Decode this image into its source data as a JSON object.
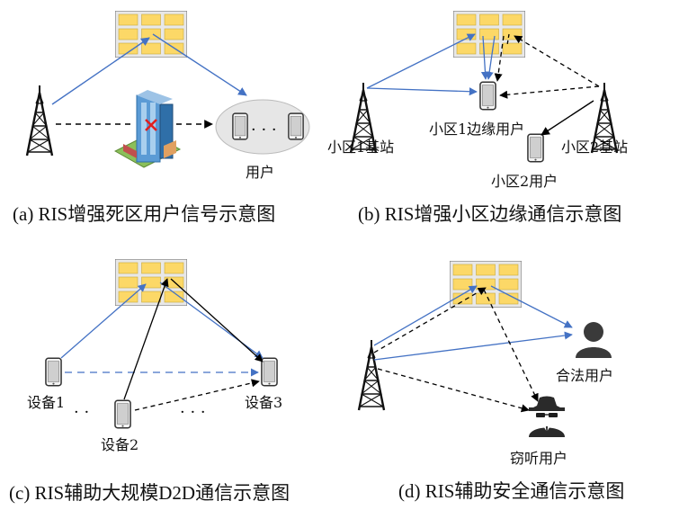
{
  "panels": {
    "a": {
      "caption": "(a) RIS增强死区用户信号示意图",
      "user_label": "用户",
      "ellipsis": "· · ·"
    },
    "b": {
      "caption": "(b) RIS增强小区边缘通信示意图",
      "bs1_label": "小区1基站",
      "edge_user_label": "小区1边缘用户",
      "bs2_label": "小区2基站",
      "cell2_user_label": "小区2用户"
    },
    "c": {
      "caption": "(c) RIS辅助大规模D2D通信示意图",
      "device1_label": "设备1",
      "device2_label": "设备2",
      "device3_label": "设备3",
      "dots_left": "· ·",
      "dots_right": "· · ·"
    },
    "d": {
      "caption": "(d) RIS辅助安全通信示意图",
      "legit_user_label": "合法用户",
      "eavesdropper_label": "窃听用户"
    }
  },
  "colors": {
    "ris_cell": "#FCD867",
    "ris_border": "#7F7F7F",
    "blue_link": "#4472C4",
    "dashed_link": "#000000",
    "building": "#5B9BD5",
    "block_mark": "#E02020"
  }
}
